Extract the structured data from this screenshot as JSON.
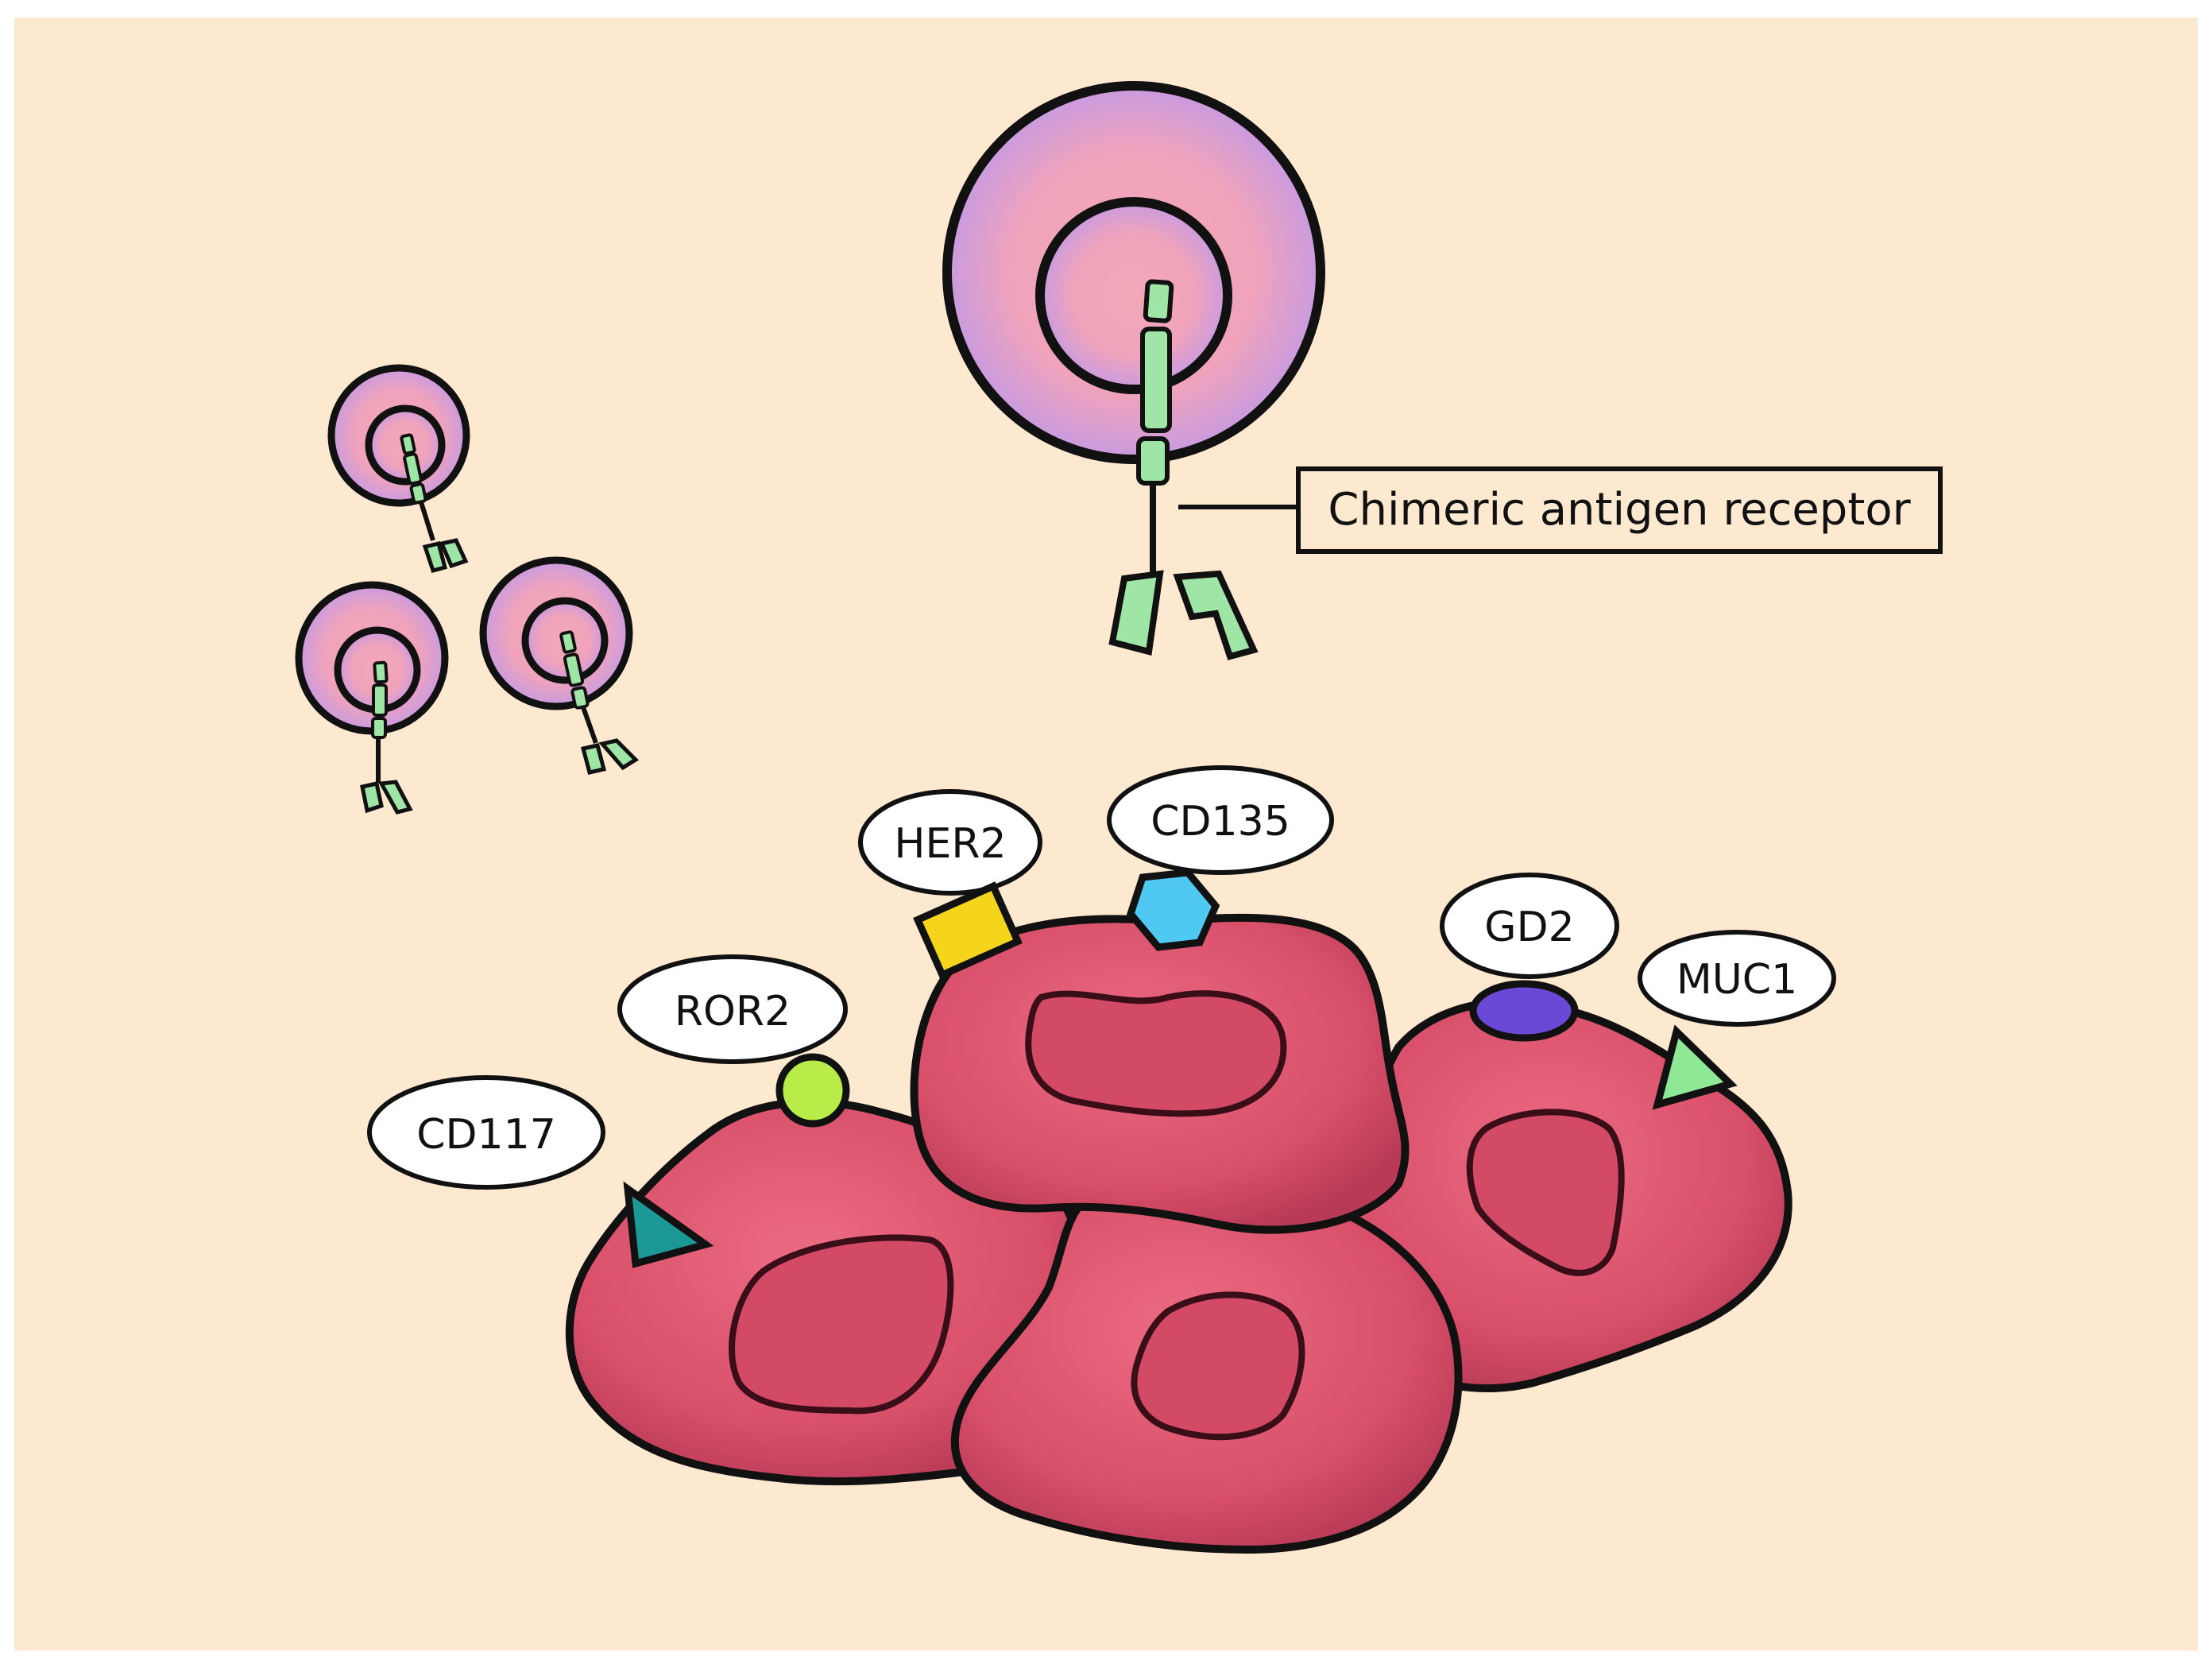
{
  "colors": {
    "background": "#fde8d0",
    "tumor_cell": "#d84f6a",
    "tumor_cell_highlight": "#ec6b82",
    "nucleus": "#d24a65",
    "outline": "#111111",
    "tcell_outer": "#c99be0",
    "tcell_core": "#f3a8b8",
    "receptor": "#9fe6a6",
    "her2": "#f5d41c",
    "cd135": "#4fc9f1",
    "ror2": "#b8ec48",
    "cd117": "#1c9896",
    "gd2": "#6a49d6",
    "muc1": "#8ee895"
  },
  "diagram": {
    "receptor_label": "Chimeric antigen receptor",
    "antigens": [
      {
        "label": "HER2",
        "shape": "rectangle",
        "color_key": "her2"
      },
      {
        "label": "CD135",
        "shape": "hexagon",
        "color_key": "cd135"
      },
      {
        "label": "ROR2",
        "shape": "circle",
        "color_key": "ror2"
      },
      {
        "label": "CD117",
        "shape": "triangle",
        "color_key": "cd117"
      },
      {
        "label": "GD2",
        "shape": "ellipse",
        "color_key": "gd2"
      },
      {
        "label": "MUC1",
        "shape": "triangle",
        "color_key": "muc1"
      }
    ],
    "t_cells": 4,
    "tumor_cells": 4
  }
}
